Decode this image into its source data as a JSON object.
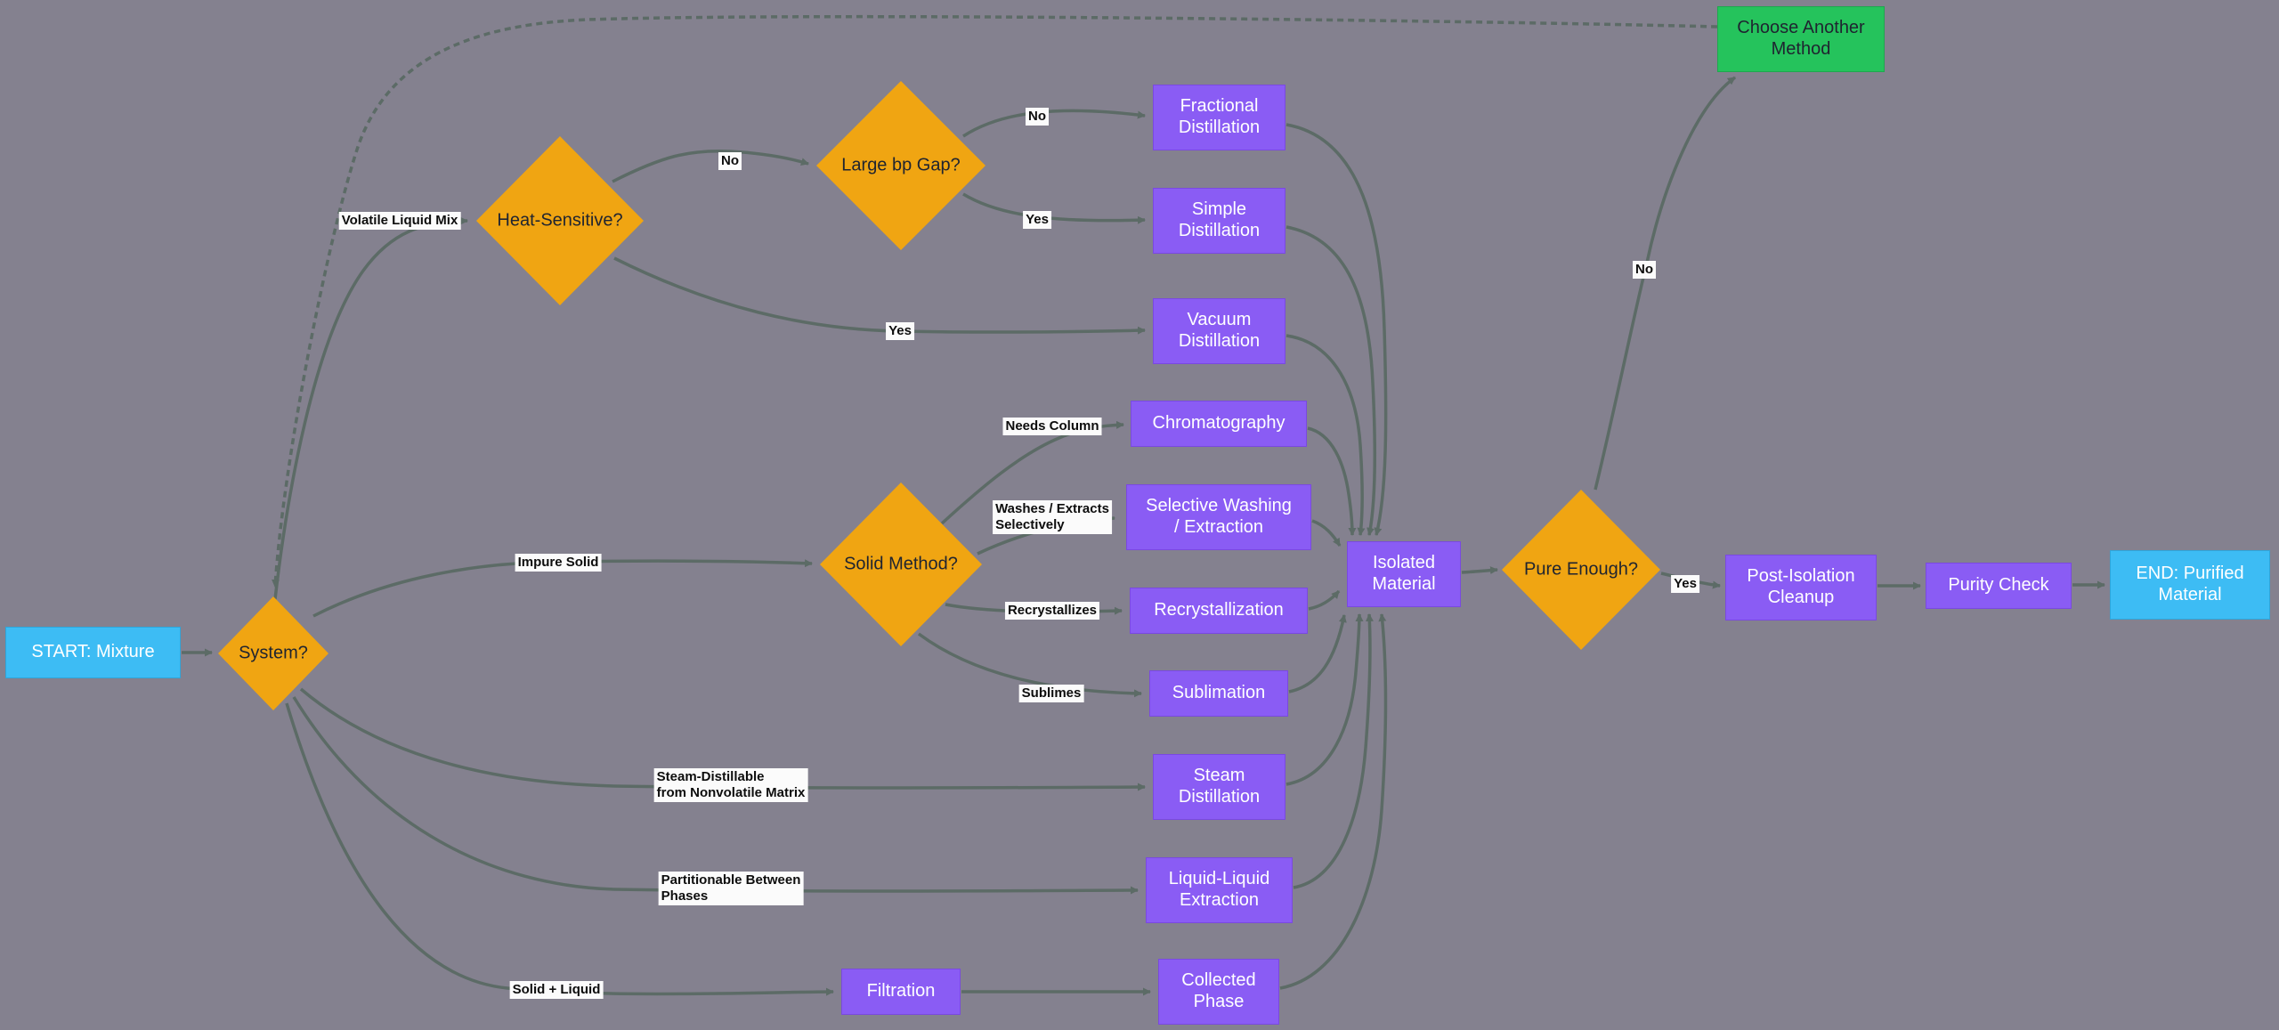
{
  "diagram": {
    "title": "Mixture separation and purification decision flowchart",
    "nodes": {
      "start": "START: Mixture",
      "system": "System?",
      "heat_sensitive": "Heat-Sensitive?",
      "large_bp_gap": "Large bp Gap?",
      "solid_method": "Solid Method?",
      "pure_enough": "Pure Enough?",
      "fractional_distillation": "Fractional\nDistillation",
      "simple_distillation": "Simple\nDistillation",
      "vacuum_distillation": "Vacuum\nDistillation",
      "chromatography": "Chromatography",
      "selective_washing": "Selective Washing\n/ Extraction",
      "recrystallization": "Recrystallization",
      "sublimation": "Sublimation",
      "steam_distillation": "Steam\nDistillation",
      "liquid_liquid_extraction": "Liquid-Liquid\nExtraction",
      "filtration": "Filtration",
      "collected_phase": "Collected\nPhase",
      "isolated_material": "Isolated\nMaterial",
      "post_isolation_cleanup": "Post-Isolation\nCleanup",
      "purity_check": "Purity Check",
      "end": "END: Purified\nMaterial",
      "choose_another_method": "Choose Another\nMethod"
    },
    "edge_labels": {
      "volatile_liquid_mix": "Volatile Liquid Mix",
      "heat_no": "No",
      "heat_yes": "Yes",
      "bp_no": "No",
      "bp_yes": "Yes",
      "impure_solid": "Impure Solid",
      "needs_column": "Needs Column",
      "washes_extracts": "Washes / Extracts\nSelectively",
      "recrystallizes": "Recrystallizes",
      "sublimes": "Sublimes",
      "steam_distillable": "Steam-Distillable\nfrom Nonvolatile Matrix",
      "partitionable": "Partitionable Between\nPhases",
      "solid_plus_liquid": "Solid + Liquid",
      "pure_yes": "Yes",
      "pure_no": "No"
    },
    "colors": {
      "background": "#84818F",
      "edge": "#5C6B66",
      "decision_fill": "#F0A512",
      "process_fill": "#8A5CF4",
      "start_end_fill": "#3DBCF4",
      "alternate_fill": "#25C35C",
      "edge_label_bg": "#FBFBFB",
      "dark_text": "#1F2430",
      "light_text": "#FFFFFF"
    }
  }
}
